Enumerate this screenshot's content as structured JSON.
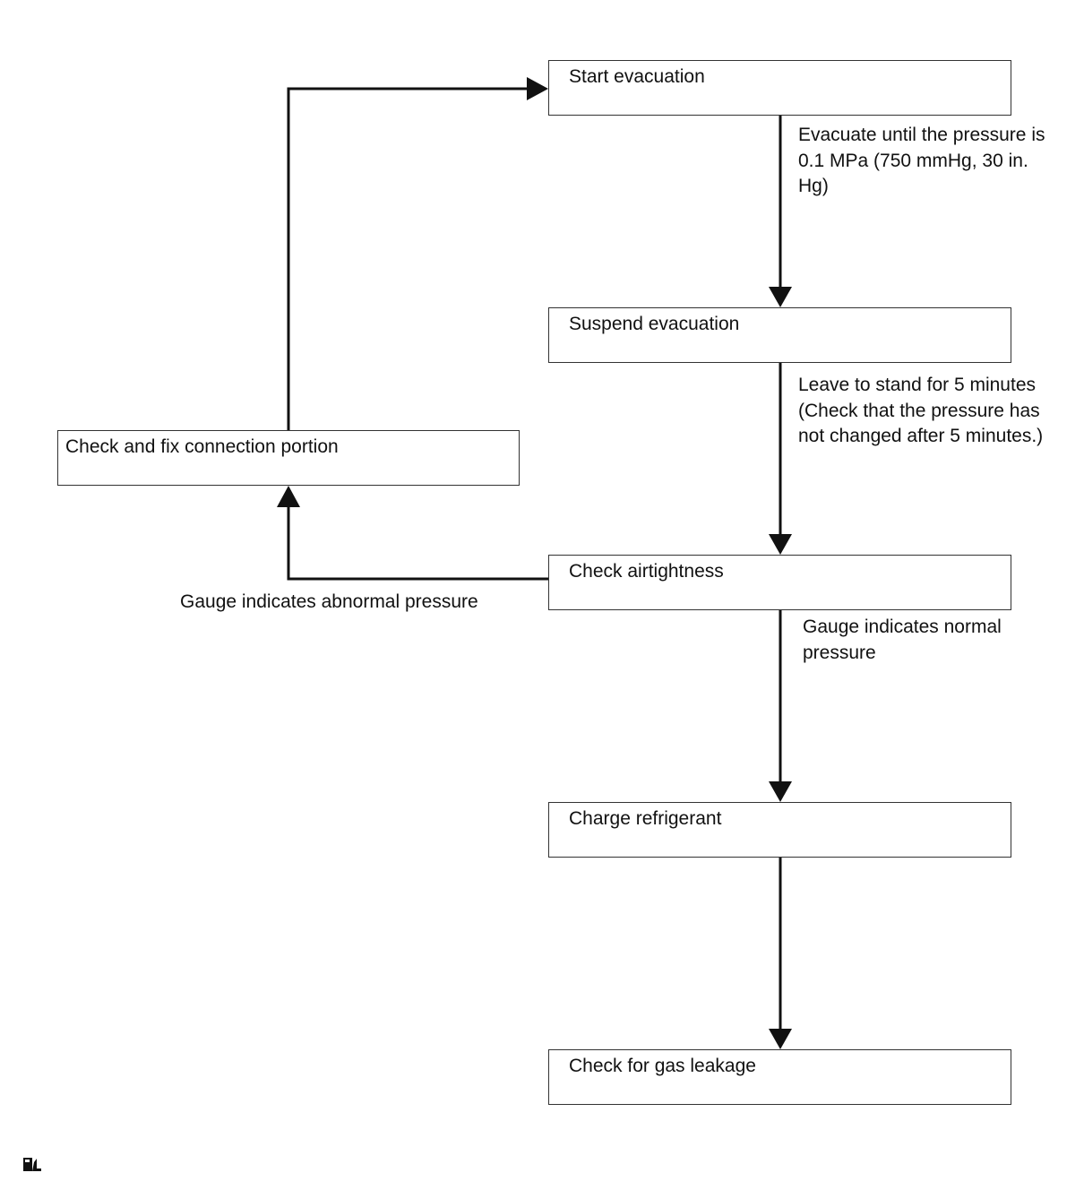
{
  "steps": {
    "start": "Start evacuation",
    "suspend": "Suspend evacuation",
    "check_airtightness": "Check airtightness",
    "charge": "Charge refrigerant",
    "check_leakage": "Check for gas leakage",
    "fix_connection": "Check and fix connection portion"
  },
  "annotations": {
    "evacuate": [
      "Evacuate until the pressure is",
      "0.1 MPa (750 mmHg, 30 in.",
      "Hg)"
    ],
    "leave": [
      "Leave to stand for 5 minutes",
      "(Check that the pressure has",
      "not changed after 5 minutes.)"
    ],
    "normal": [
      "Gauge indicates normal",
      "pressure"
    ],
    "abnormal": "Gauge indicates abnormal pressure"
  },
  "colors": {
    "line": "#111111",
    "box_border": "#333333"
  },
  "footer": {
    "icon": "document-icon"
  }
}
